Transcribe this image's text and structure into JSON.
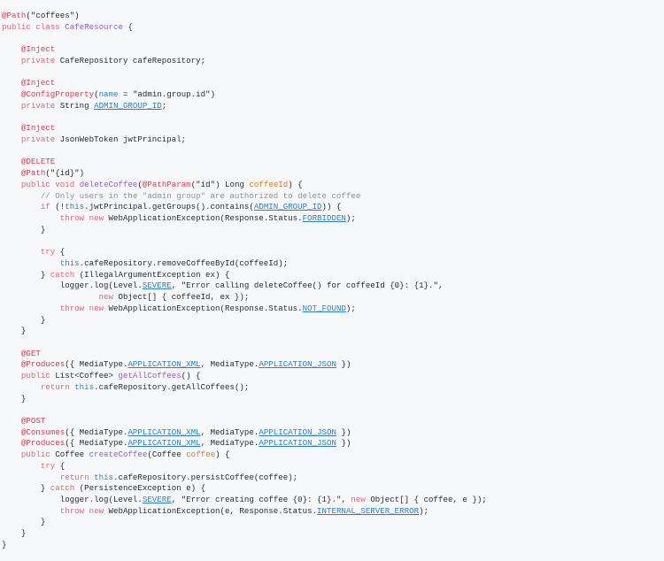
{
  "document": {
    "kind": "source-code-listing",
    "language": "Java",
    "class_name": "CafeResource",
    "background_color": "#f7f8fa",
    "palette": {
      "plain": "#2b2b2b",
      "annotation": "#e8384f",
      "keyword": "#e2647a",
      "type": "#8a63d2",
      "function": "#8a63d2",
      "constant": "#2a7fd4",
      "this_keyword": "#2a7fd4",
      "parameter": "#d98026",
      "comment": "#8b9199",
      "string": "#2b2b2b"
    }
  },
  "lines": [
    [
      {
        "t": "ann",
        "s": "@Path"
      },
      {
        "t": "punc",
        "s": "("
      },
      {
        "t": "str",
        "s": "\"coffees\""
      },
      {
        "t": "punc",
        "s": ")"
      }
    ],
    [
      {
        "t": "kw",
        "s": "public"
      },
      {
        "t": "plain",
        "s": " "
      },
      {
        "t": "kw",
        "s": "class"
      },
      {
        "t": "plain",
        "s": " "
      },
      {
        "t": "type",
        "s": "CafeResource"
      },
      {
        "t": "plain",
        "s": " {"
      }
    ],
    [],
    [
      {
        "t": "plain",
        "s": "    "
      },
      {
        "t": "ann",
        "s": "@Inject"
      }
    ],
    [
      {
        "t": "plain",
        "s": "    "
      },
      {
        "t": "kw",
        "s": "private"
      },
      {
        "t": "plain",
        "s": " CafeRepository cafeRepository;"
      }
    ],
    [],
    [
      {
        "t": "plain",
        "s": "    "
      },
      {
        "t": "ann",
        "s": "@Inject"
      }
    ],
    [
      {
        "t": "plain",
        "s": "    "
      },
      {
        "t": "ann",
        "s": "@ConfigProperty"
      },
      {
        "t": "punc",
        "s": "("
      },
      {
        "t": "this",
        "s": "name"
      },
      {
        "t": "plain",
        "s": " = "
      },
      {
        "t": "str",
        "s": "\"admin.group.id\""
      },
      {
        "t": "punc",
        "s": ")"
      }
    ],
    [
      {
        "t": "plain",
        "s": "    "
      },
      {
        "t": "kw",
        "s": "private"
      },
      {
        "t": "plain",
        "s": " String "
      },
      {
        "t": "const",
        "s": "ADMIN_GROUP_ID"
      },
      {
        "t": "plain",
        "s": ";"
      }
    ],
    [],
    [
      {
        "t": "plain",
        "s": "    "
      },
      {
        "t": "ann",
        "s": "@Inject"
      }
    ],
    [
      {
        "t": "plain",
        "s": "    "
      },
      {
        "t": "kw",
        "s": "private"
      },
      {
        "t": "plain",
        "s": " JsonWebToken jwtPrincipal;"
      }
    ],
    [],
    [
      {
        "t": "plain",
        "s": "    "
      },
      {
        "t": "ann",
        "s": "@DELETE"
      }
    ],
    [
      {
        "t": "plain",
        "s": "    "
      },
      {
        "t": "ann",
        "s": "@Path"
      },
      {
        "t": "punc",
        "s": "("
      },
      {
        "t": "str",
        "s": "\"{id}\""
      },
      {
        "t": "punc",
        "s": ")"
      }
    ],
    [
      {
        "t": "plain",
        "s": "    "
      },
      {
        "t": "kw",
        "s": "public"
      },
      {
        "t": "plain",
        "s": " "
      },
      {
        "t": "kw",
        "s": "void"
      },
      {
        "t": "plain",
        "s": " "
      },
      {
        "t": "fn",
        "s": "deleteCoffee"
      },
      {
        "t": "punc",
        "s": "("
      },
      {
        "t": "ann",
        "s": "@PathParam"
      },
      {
        "t": "punc",
        "s": "("
      },
      {
        "t": "str",
        "s": "\"id\""
      },
      {
        "t": "punc",
        "s": ")"
      },
      {
        "t": "plain",
        "s": " Long "
      },
      {
        "t": "param",
        "s": "coffeeId"
      },
      {
        "t": "plain",
        "s": ") {"
      }
    ],
    [
      {
        "t": "plain",
        "s": "        "
      },
      {
        "t": "comment",
        "s": "// Only users in the \"admin group\" are authorized to delete coffee"
      }
    ],
    [
      {
        "t": "plain",
        "s": "        "
      },
      {
        "t": "kw",
        "s": "if"
      },
      {
        "t": "plain",
        "s": " (!"
      },
      {
        "t": "this",
        "s": "this"
      },
      {
        "t": "plain",
        "s": ".jwtPrincipal.getGroups().contains("
      },
      {
        "t": "const",
        "s": "ADMIN_GROUP_ID"
      },
      {
        "t": "plain",
        "s": ")) {"
      }
    ],
    [
      {
        "t": "plain",
        "s": "            "
      },
      {
        "t": "kw",
        "s": "throw"
      },
      {
        "t": "plain",
        "s": " "
      },
      {
        "t": "kw",
        "s": "new"
      },
      {
        "t": "plain",
        "s": " WebApplicationException(Response.Status."
      },
      {
        "t": "const",
        "s": "FORBIDDEN"
      },
      {
        "t": "plain",
        "s": ");"
      }
    ],
    [
      {
        "t": "plain",
        "s": "        }"
      }
    ],
    [],
    [
      {
        "t": "plain",
        "s": "        "
      },
      {
        "t": "kw",
        "s": "try"
      },
      {
        "t": "plain",
        "s": " {"
      }
    ],
    [
      {
        "t": "plain",
        "s": "            "
      },
      {
        "t": "this",
        "s": "this"
      },
      {
        "t": "plain",
        "s": ".cafeRepository.removeCoffeeById(coffeeId);"
      }
    ],
    [
      {
        "t": "plain",
        "s": "        } "
      },
      {
        "t": "kw",
        "s": "catch"
      },
      {
        "t": "plain",
        "s": " (IllegalArgumentException ex) {"
      }
    ],
    [
      {
        "t": "plain",
        "s": "            logger.log(Level."
      },
      {
        "t": "const",
        "s": "SEVERE"
      },
      {
        "t": "plain",
        "s": ", "
      },
      {
        "t": "str",
        "s": "\"Error calling deleteCoffee() for coffeeId {0}: {1}.\""
      },
      {
        "t": "plain",
        "s": ","
      }
    ],
    [
      {
        "t": "plain",
        "s": "                    "
      },
      {
        "t": "kw",
        "s": "new"
      },
      {
        "t": "plain",
        "s": " Object[] { coffeeId, ex });"
      }
    ],
    [
      {
        "t": "plain",
        "s": "            "
      },
      {
        "t": "kw",
        "s": "throw"
      },
      {
        "t": "plain",
        "s": " "
      },
      {
        "t": "kw",
        "s": "new"
      },
      {
        "t": "plain",
        "s": " WebApplicationException(Response.Status."
      },
      {
        "t": "const",
        "s": "NOT_FOUND"
      },
      {
        "t": "plain",
        "s": ");"
      }
    ],
    [
      {
        "t": "plain",
        "s": "        }"
      }
    ],
    [
      {
        "t": "plain",
        "s": "    }"
      }
    ],
    [],
    [
      {
        "t": "plain",
        "s": "    "
      },
      {
        "t": "ann",
        "s": "@GET"
      }
    ],
    [
      {
        "t": "plain",
        "s": "    "
      },
      {
        "t": "ann",
        "s": "@Produces"
      },
      {
        "t": "punc",
        "s": "({ "
      },
      {
        "t": "plain",
        "s": "MediaType."
      },
      {
        "t": "const",
        "s": "APPLICATION_XML"
      },
      {
        "t": "plain",
        "s": ", MediaType."
      },
      {
        "t": "const",
        "s": "APPLICATION_JSON"
      },
      {
        "t": "plain",
        "s": " })"
      }
    ],
    [
      {
        "t": "plain",
        "s": "    "
      },
      {
        "t": "kw",
        "s": "public"
      },
      {
        "t": "plain",
        "s": " List<Coffee> "
      },
      {
        "t": "fn",
        "s": "getAllCoffees"
      },
      {
        "t": "plain",
        "s": "() {"
      }
    ],
    [
      {
        "t": "plain",
        "s": "        "
      },
      {
        "t": "kw",
        "s": "return"
      },
      {
        "t": "plain",
        "s": " "
      },
      {
        "t": "this",
        "s": "this"
      },
      {
        "t": "plain",
        "s": ".cafeRepository.getAllCoffees();"
      }
    ],
    [
      {
        "t": "plain",
        "s": "    }"
      }
    ],
    [],
    [
      {
        "t": "plain",
        "s": "    "
      },
      {
        "t": "ann",
        "s": "@POST"
      }
    ],
    [
      {
        "t": "plain",
        "s": "    "
      },
      {
        "t": "ann",
        "s": "@Consumes"
      },
      {
        "t": "punc",
        "s": "({ "
      },
      {
        "t": "plain",
        "s": "MediaType."
      },
      {
        "t": "const",
        "s": "APPLICATION_XML"
      },
      {
        "t": "plain",
        "s": ", MediaType."
      },
      {
        "t": "const",
        "s": "APPLICATION_JSON"
      },
      {
        "t": "plain",
        "s": " })"
      }
    ],
    [
      {
        "t": "plain",
        "s": "    "
      },
      {
        "t": "ann",
        "s": "@Produces"
      },
      {
        "t": "punc",
        "s": "({ "
      },
      {
        "t": "plain",
        "s": "MediaType."
      },
      {
        "t": "const",
        "s": "APPLICATION_XML"
      },
      {
        "t": "plain",
        "s": ", MediaType."
      },
      {
        "t": "const",
        "s": "APPLICATION_JSON"
      },
      {
        "t": "plain",
        "s": " })"
      }
    ],
    [
      {
        "t": "plain",
        "s": "    "
      },
      {
        "t": "kw",
        "s": "public"
      },
      {
        "t": "plain",
        "s": " Coffee "
      },
      {
        "t": "fn",
        "s": "createCoffee"
      },
      {
        "t": "plain",
        "s": "(Coffee "
      },
      {
        "t": "param",
        "s": "coffee"
      },
      {
        "t": "plain",
        "s": ") {"
      }
    ],
    [
      {
        "t": "plain",
        "s": "        "
      },
      {
        "t": "kw",
        "s": "try"
      },
      {
        "t": "plain",
        "s": " {"
      }
    ],
    [
      {
        "t": "plain",
        "s": "            "
      },
      {
        "t": "kw",
        "s": "return"
      },
      {
        "t": "plain",
        "s": " "
      },
      {
        "t": "this",
        "s": "this"
      },
      {
        "t": "plain",
        "s": ".cafeRepository.persistCoffee(coffee);"
      }
    ],
    [
      {
        "t": "plain",
        "s": "        } "
      },
      {
        "t": "kw",
        "s": "catch"
      },
      {
        "t": "plain",
        "s": " (PersistenceException e) {"
      }
    ],
    [
      {
        "t": "plain",
        "s": "            logger.log(Level."
      },
      {
        "t": "const",
        "s": "SEVERE"
      },
      {
        "t": "plain",
        "s": ", "
      },
      {
        "t": "str",
        "s": "\"Error creating coffee {0}: {1}.\""
      },
      {
        "t": "plain",
        "s": ", "
      },
      {
        "t": "kw",
        "s": "new"
      },
      {
        "t": "plain",
        "s": " Object[] { coffee, e });"
      }
    ],
    [
      {
        "t": "plain",
        "s": "            "
      },
      {
        "t": "kw",
        "s": "throw"
      },
      {
        "t": "plain",
        "s": " "
      },
      {
        "t": "kw",
        "s": "new"
      },
      {
        "t": "plain",
        "s": " WebApplicationException(e, Response.Status."
      },
      {
        "t": "const",
        "s": "INTERNAL_SERVER_ERROR"
      },
      {
        "t": "plain",
        "s": ");"
      }
    ],
    [
      {
        "t": "plain",
        "s": "        }"
      }
    ],
    [
      {
        "t": "plain",
        "s": "    }"
      }
    ],
    [
      {
        "t": "plain",
        "s": "}"
      }
    ]
  ]
}
